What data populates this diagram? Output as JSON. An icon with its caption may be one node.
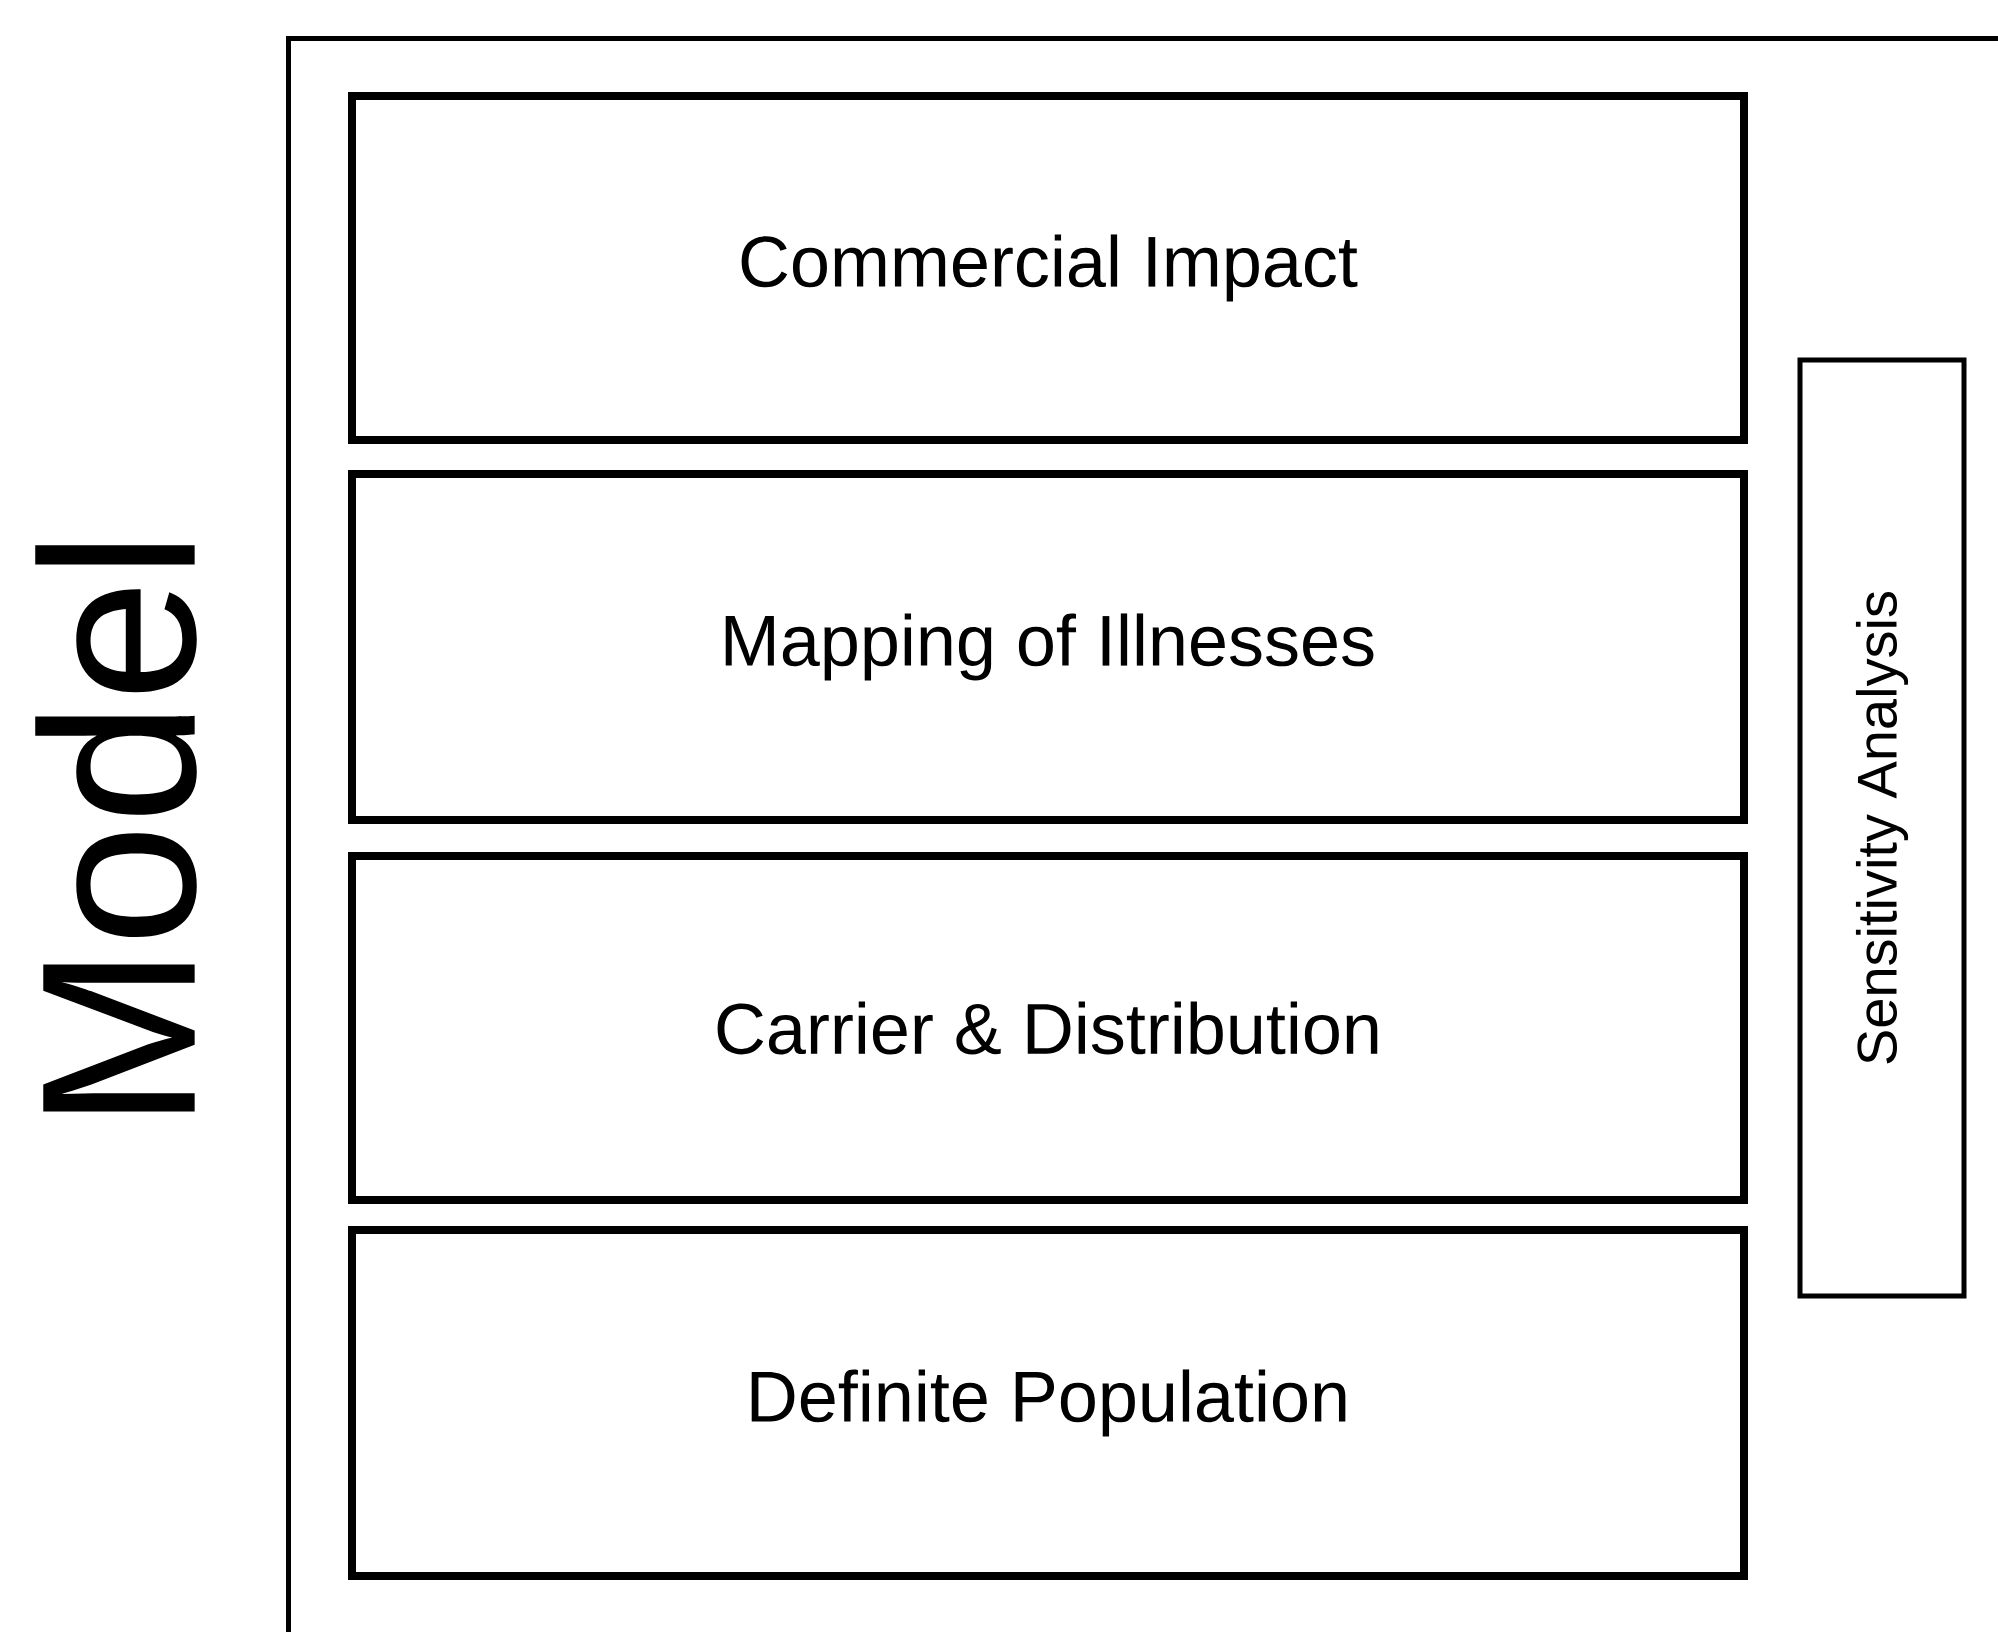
{
  "diagram": {
    "nodes": [
      {
        "text": [
          "Model"
        ]
      },
      {
        "text": [
          "Commercial Impact"
        ],
        "in": 0
      },
      {
        "text": [
          "Mapping of Illnesses"
        ],
        "in": 0
      },
      {
        "text": [
          "Carrier & Distribution"
        ],
        "in": 0
      },
      {
        "text": [
          "Definite Population"
        ],
        "in": 0
      },
      {
        "text": [
          "Sensitivity Analysis"
        ],
        "in": 0
      }
    ]
  }
}
